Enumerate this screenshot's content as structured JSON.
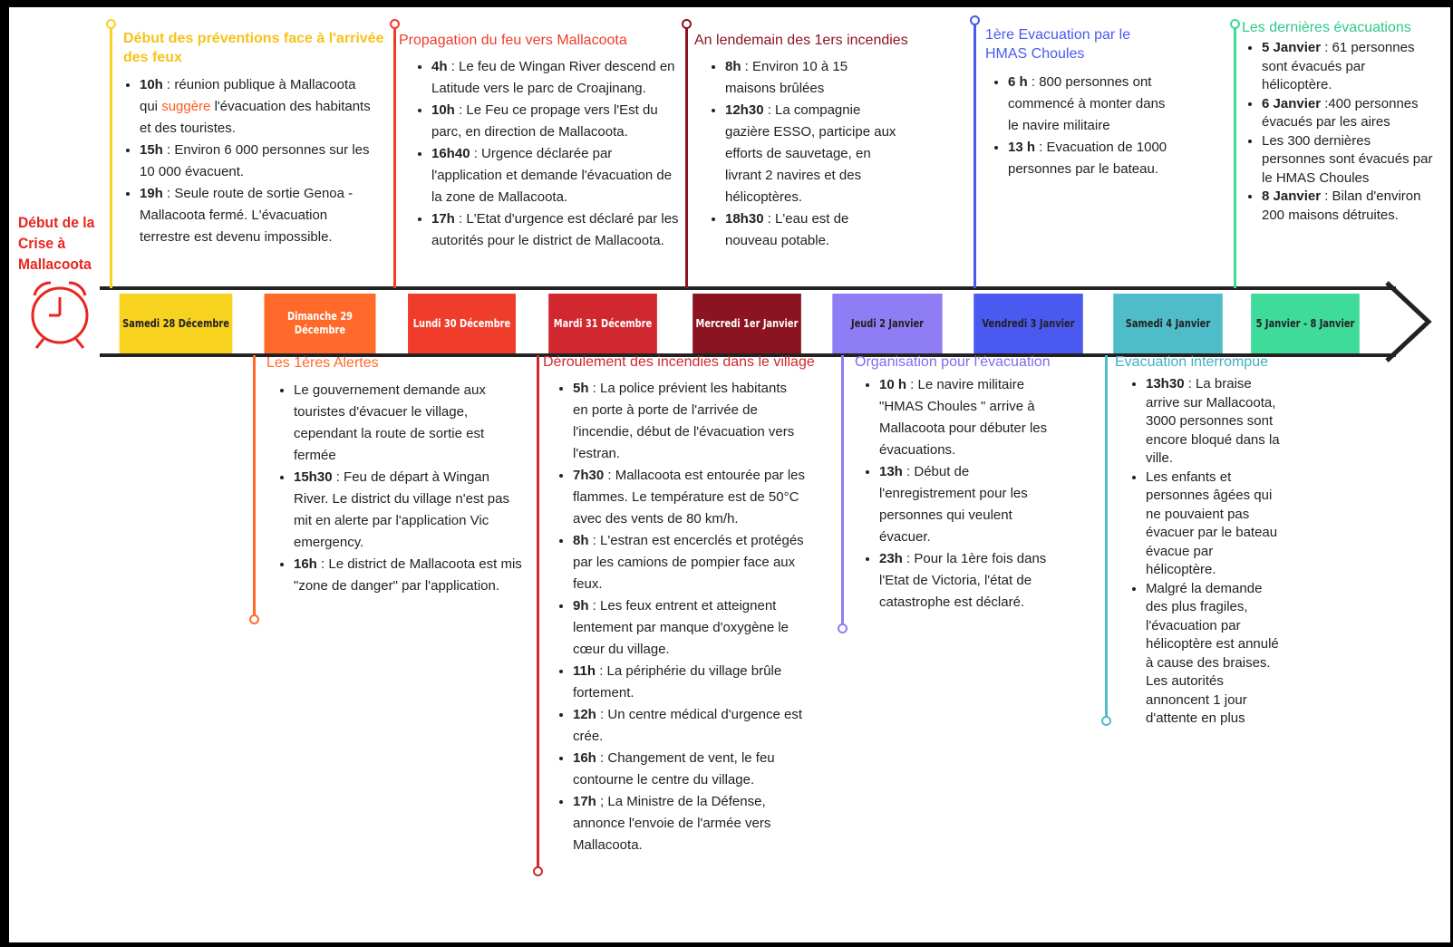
{
  "start_label": "Début de la Crise à Mallacoota",
  "icons": {
    "clock": "alarm-clock-icon",
    "arrow": "chevron-right-arrow-icon"
  },
  "colors": {
    "c1": "#f7d21e",
    "c2": "#ff6a2b",
    "c3": "#f03c2b",
    "c4": "#d0282e",
    "c5": "#8c1420",
    "c6": "#8f7df5",
    "c7": "#4a5af0",
    "c8": "#4fbcc9",
    "c9": "#3fdb9b",
    "start": "#e8251e"
  },
  "dates": [
    {
      "label": "Samedi 28 Décembre",
      "color": "#f7d21e"
    },
    {
      "label": "Dimanche 29 Décembre",
      "color": "#ff6a2b"
    },
    {
      "label": "Lundi 30 Décembre",
      "color": "#f03c2b"
    },
    {
      "label": "Mardi 31 Décembre",
      "color": "#d0282e"
    },
    {
      "label": "Mercredi 1er Janvier",
      "color": "#8c1420"
    },
    {
      "label": "Jeudi 2 Janvier",
      "color": "#8f7df5"
    },
    {
      "label": "Vendredi 3 Janvier",
      "color": "#4a5af0"
    },
    {
      "label": "Samedi 4 Janvier",
      "color": "#4fbcc9"
    },
    {
      "label": "5 Janvier - 8 Janvier",
      "color": "#3fdb9b"
    }
  ],
  "sections": {
    "s28": {
      "title": "Début des préventions face à l'arrivée des feux",
      "items": [
        {
          "k": "10h",
          "a": " : réunion publique à Mallacoota qui ",
          "h": "suggère",
          "b": " l'évacuation des habitants et des touristes."
        },
        {
          "k": "15h",
          "a": " : Environ 6 000 personnes sur les 10 000 évacuent.",
          "h": "",
          "b": ""
        },
        {
          "k": "19h",
          "a": " : Seule route de sortie Genoa - Mallacoota fermé. L'évacuation terrestre est devenu impossible.",
          "h": "",
          "b": ""
        }
      ]
    },
    "s29": {
      "title": "Les 1ères Alertes",
      "items": [
        {
          "k": "",
          "t": "Le gouvernement demande aux touristes d'évacuer le village, cependant la route de sortie est fermée"
        },
        {
          "k": "15h30",
          "t": " : Feu de départ à Wingan River. Le district du village n'est pas mit en alerte par l'application Vic emergency."
        },
        {
          "k": "16h",
          "t": " : Le district de Mallacoota est mis \"zone de danger\" par l'application."
        }
      ]
    },
    "s30": {
      "title": "Propagation du feu vers Mallacoota",
      "items": [
        {
          "k": "4h",
          "t": " : Le feu de Wingan River descend en Latitude vers le parc de Croajinang."
        },
        {
          "k": "10h",
          "t": " : Le Feu ce propage vers l'Est du parc, en direction de Mallacoota."
        },
        {
          "k": "16h40",
          "t": " : Urgence déclarée par l'application et demande l'évacuation de la zone de Mallacoota."
        },
        {
          "k": "17h",
          "t": " : L'Etat d'urgence est déclaré par les autorités pour le district de Mallacoota."
        }
      ]
    },
    "s31": {
      "title": "Déroulement des incendies dans le village",
      "items": [
        {
          "k": "5h",
          "t": " : La police prévient les habitants en porte à porte de l'arrivée de l'incendie, début de l'évacuation vers l'estran."
        },
        {
          "k": "7h30",
          "t": " : Mallacoota est entourée par les flammes. Le température est de 50°C avec des vents de 80 km/h."
        },
        {
          "k": "8h",
          "t": " :  L'estran est encerclés et protégés par les camions de pompier face aux feux."
        },
        {
          "k": "9h",
          "t": " : Les feux entrent et atteignent lentement par manque d'oxygène le cœur du village."
        },
        {
          "k": "11h",
          "t": " : La périphérie du village brûle fortement."
        },
        {
          "k": "12h",
          "t": " : Un centre médical d'urgence est crée."
        },
        {
          "k": "16h",
          "t": " : Changement de vent, le feu contourne le centre du village."
        },
        {
          "k": "17h",
          "t": " ; La Ministre de la Défense, annonce l'envoie de l'armée vers Mallacoota."
        }
      ]
    },
    "s1": {
      "title": "An lendemain des 1ers incendies",
      "items": [
        {
          "k": "8h",
          "t": " : Environ 10 à 15 maisons brûlées"
        },
        {
          "k": "12h30",
          "t": " : La compagnie gazière ESSO, participe aux efforts de sauvetage, en livrant 2 navires et des hélicoptères."
        },
        {
          "k": "18h30",
          "t": " : L'eau est de nouveau potable."
        }
      ]
    },
    "s2": {
      "title": "Organisation pour l'évacuation",
      "items": [
        {
          "k": "10 h",
          "t": " : Le navire militaire \"HMAS Choules \" arrive à Mallacoota pour débuter les évacuations."
        },
        {
          "k": "13h",
          "t": " : Début de l'enregistrement pour les personnes qui veulent évacuer."
        },
        {
          "k": "23h",
          "t": " : Pour la 1ère fois dans l'Etat de Victoria, l'état de catastrophe est déclaré."
        }
      ]
    },
    "s3": {
      "title": "1ère Evacuation par le HMAS Choules",
      "items": [
        {
          "k": "6 h",
          "t": " : 800 personnes ont commencé à monter dans le navire militaire"
        },
        {
          "k": "13 h",
          "t": " : Evacuation de 1000 personnes par le bateau."
        }
      ]
    },
    "s4": {
      "title": "Evacuation interrompue",
      "items": [
        {
          "k": "13h30",
          "t": " : La braise arrive sur Mallacoota, 3000 personnes sont encore bloqué dans la ville."
        },
        {
          "k": "",
          "t": "Les enfants et personnes âgées qui ne pouvaient pas évacuer par le bateau évacue par hélicoptère."
        },
        {
          "k": "",
          "t": "Malgré la demande des plus fragiles, l'évacuation par hélicoptère est annulé à cause des braises. Les autorités annoncent 1 jour d'attente en plus"
        }
      ]
    },
    "s5": {
      "title": "Les dernières évacuations",
      "items": [
        {
          "k": "5 Janvier",
          "t": " : 61 personnes sont évacués par hélicoptère."
        },
        {
          "k": "6 Janvier",
          "t": " :400 personnes évacués par les aires"
        },
        {
          "k": "",
          "t": "Les 300 dernières personnes sont évacués par le HMAS Choules"
        },
        {
          "k": "8 Janvier",
          "t": " : Bilan d'environ 200 maisons détruites."
        }
      ]
    }
  }
}
